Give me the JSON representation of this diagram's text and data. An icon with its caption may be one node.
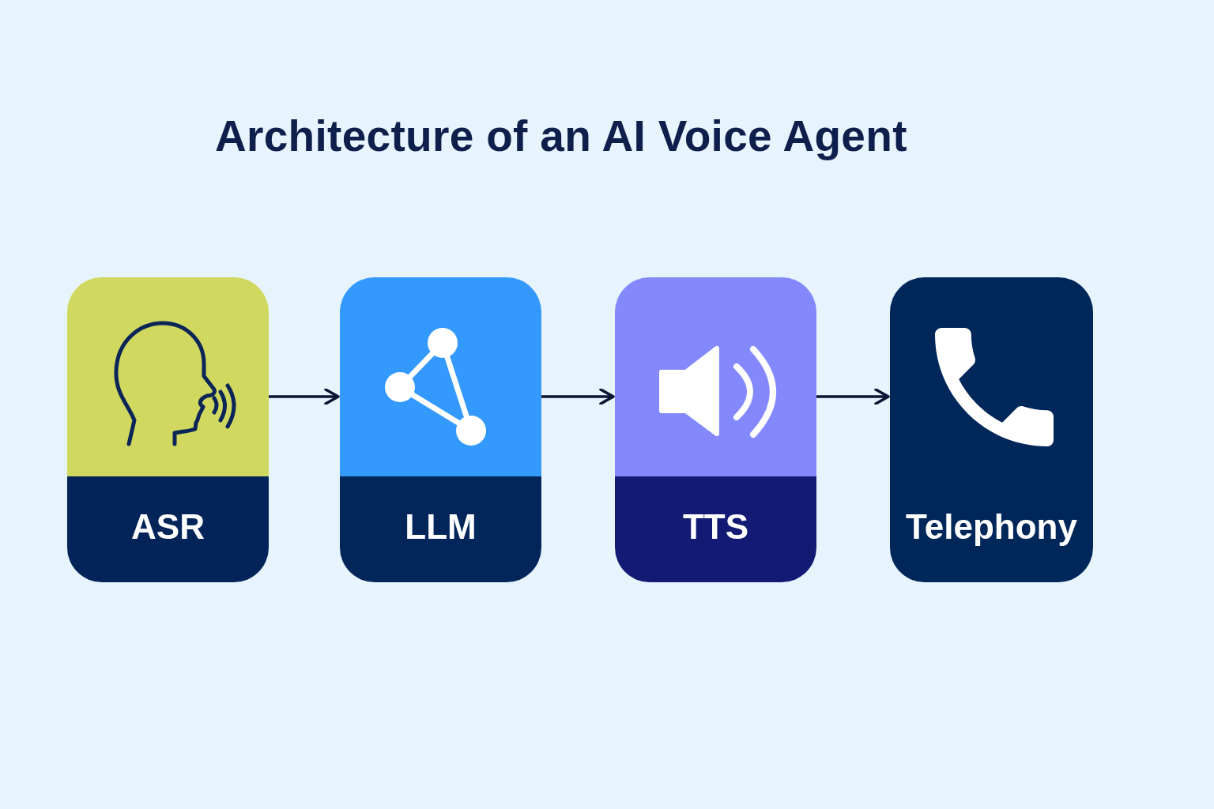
{
  "diagram": {
    "title": "Architecture of an AI Voice Agent",
    "nodes": [
      {
        "text": [
          "ASR"
        ]
      },
      {
        "text": [
          "LLM"
        ]
      },
      {
        "text": [
          "TTS"
        ]
      },
      {
        "text": [
          "Telephony"
        ]
      }
    ],
    "edges": [
      {
        "from": 0,
        "to": 1,
        "arrow": "to"
      },
      {
        "from": 1,
        "to": 2,
        "arrow": "to"
      },
      {
        "from": 2,
        "to": 3,
        "arrow": "to"
      }
    ]
  }
}
